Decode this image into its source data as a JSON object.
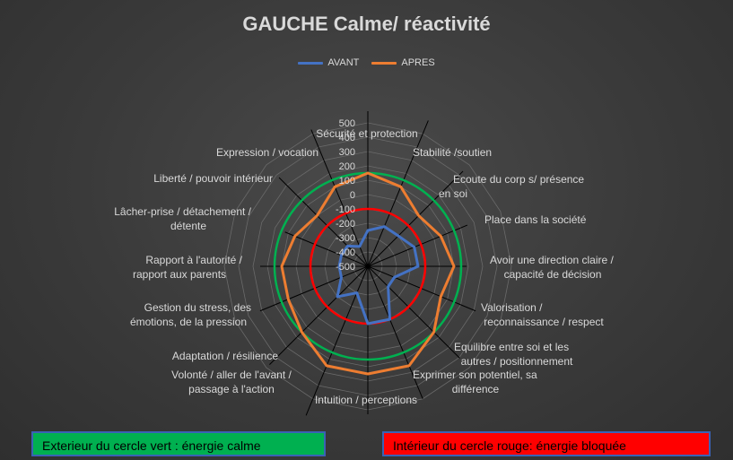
{
  "chart_data": {
    "type": "radar",
    "title": "GAUCHE Calme/ réactivité",
    "categories": [
      "Sécurité et protection",
      "Stabilité  /soutien",
      "Ecoute du corp s/ présence en soi",
      "Place dans la société",
      "Avoir une direction claire / capacité de décision",
      "Valorisation / reconnaissance / respect",
      "Equilibre entre soi et les autres / positionnement",
      "Exprimer son potentiel, sa différence",
      "Intuition / perceptions",
      "Volonté / aller de l'avant / passage à l'action",
      "Adaptation / résilience",
      "Gestion du stress, des émotions, de la pression",
      "Rapport à l'autorité / rapport aux parents",
      "Lâcher-prise / détachement / détente",
      "Liberté / pouvoir intérieur",
      "Expression / vocation"
    ],
    "series": [
      {
        "name": "AVANT",
        "color": "#4472c4",
        "values": [
          -250,
          -200,
          -200,
          -150,
          -150,
          -300,
          -300,
          -100,
          -100,
          -300,
          -200,
          -300,
          -300,
          -300,
          -300,
          -350
        ]
      },
      {
        "name": "APRES",
        "color": "#ed7d31",
        "values": [
          150,
          100,
          0,
          50,
          100,
          50,
          150,
          250,
          250,
          250,
          150,
          100,
          100,
          50,
          0,
          100
        ]
      }
    ],
    "rlim": [
      -500,
      500
    ],
    "ticks": [
      "500",
      "400",
      "300",
      "200",
      "100",
      "0",
      "-100",
      "-200",
      "-300",
      "-400",
      "-500"
    ],
    "tick_values": [
      500,
      400,
      300,
      200,
      100,
      0,
      -100,
      -200,
      -300,
      -400,
      -500
    ],
    "reference_circles": [
      {
        "name": "green-circle",
        "value": 150,
        "color": "#00b050"
      },
      {
        "name": "red-circle",
        "value": -100,
        "color": "#ff0000"
      }
    ],
    "legend_position": "top"
  },
  "notes": {
    "green": "Exterieur du cercle vert : énergie calme",
    "red": "Intérieur  du cercle rouge: énergie bloquée"
  },
  "colors": {
    "background": "#3a3a3a",
    "text": "#d9d9d9",
    "grid": "#6a6a6a",
    "spoke": "#000000"
  }
}
